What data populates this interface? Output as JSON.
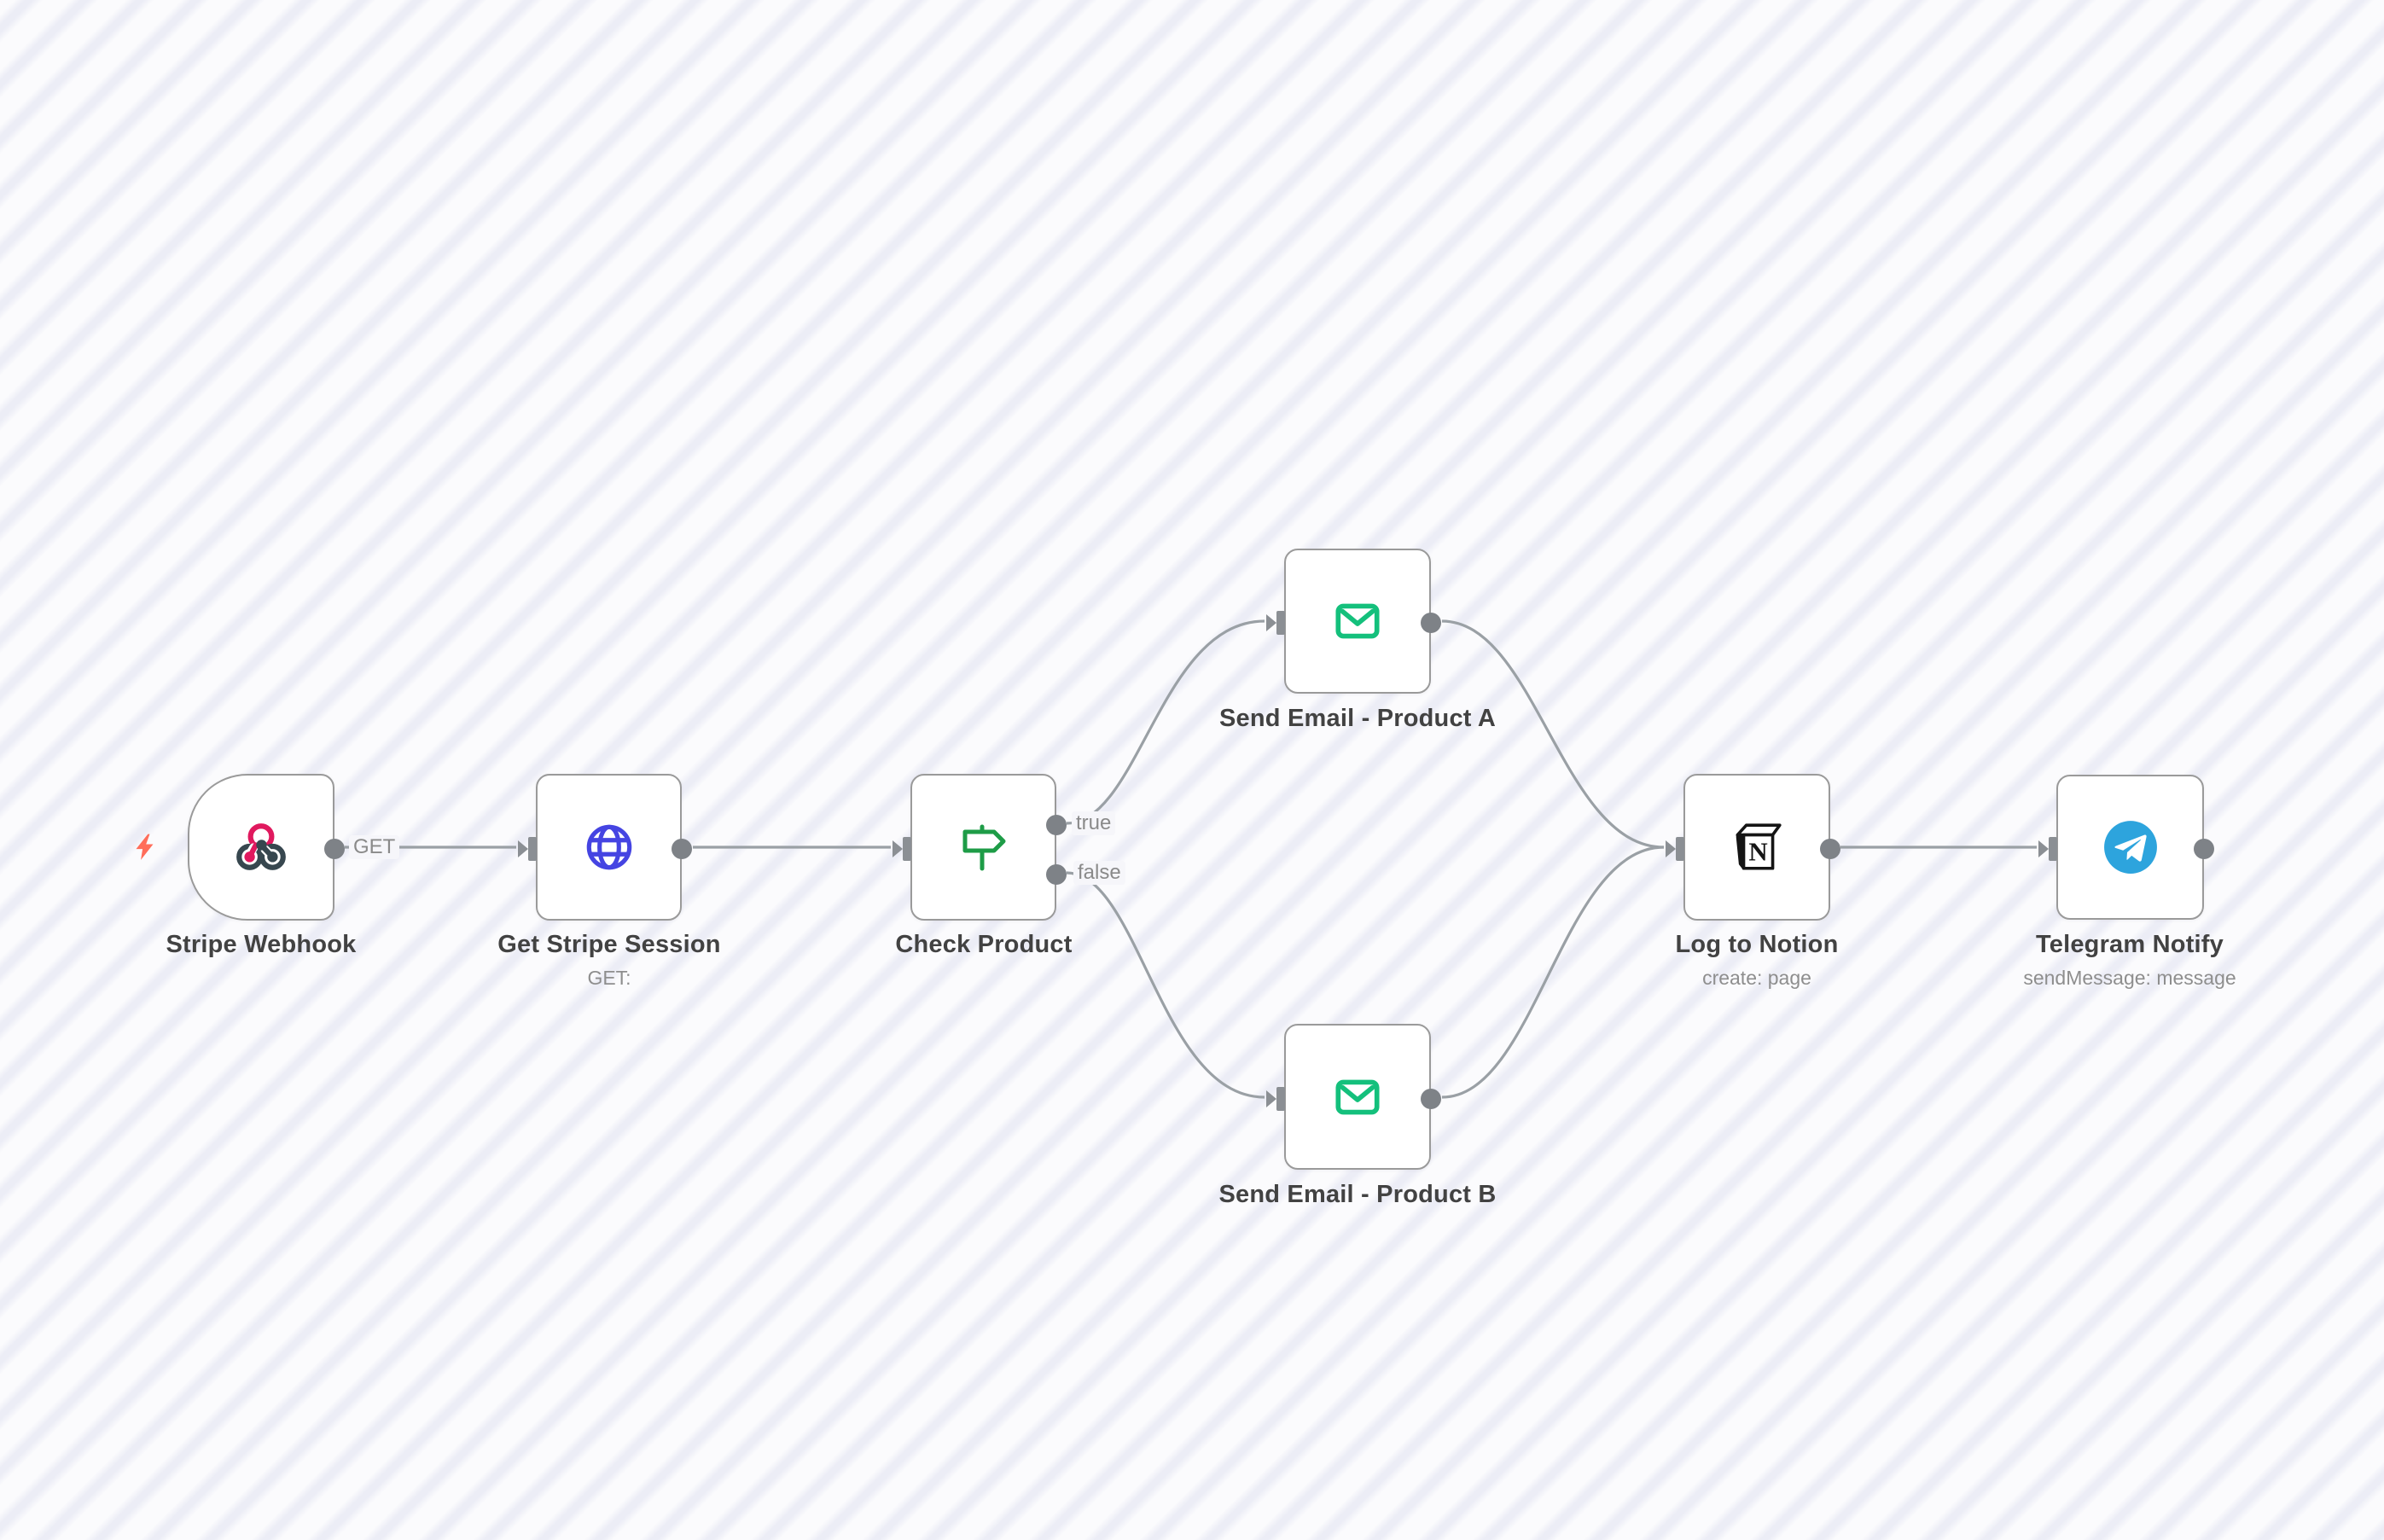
{
  "app": "workflow-canvas",
  "nodes": [
    {
      "name": "Stripe Webhook",
      "subtitle": "",
      "icon": "webhook-icon",
      "type": "trigger"
    },
    {
      "name": "Get Stripe Session",
      "subtitle": "GET:",
      "icon": "globe-icon",
      "type": "http-request"
    },
    {
      "name": "Check Product",
      "subtitle": "",
      "icon": "signpost-icon",
      "type": "if",
      "outputs": [
        "true",
        "false"
      ]
    },
    {
      "name": "Send Email - Product A",
      "subtitle": "",
      "icon": "email-icon",
      "type": "email"
    },
    {
      "name": "Send Email - Product B",
      "subtitle": "",
      "icon": "email-icon",
      "type": "email"
    },
    {
      "name": "Log to Notion",
      "subtitle": "create: page",
      "icon": "notion-icon",
      "type": "notion"
    },
    {
      "name": "Telegram Notify",
      "subtitle": "sendMessage: message",
      "icon": "telegram-icon",
      "type": "telegram"
    }
  ],
  "wire_labels": {
    "get": "GET",
    "true": "true",
    "false": "false"
  },
  "connections": [
    "Stripe Webhook -> Get Stripe Session",
    "Get Stripe Session -> Check Product",
    "Check Product (true) -> Send Email - Product A",
    "Check Product (false) -> Send Email - Product B",
    "Send Email - Product A -> Log to Notion",
    "Send Email - Product B -> Log to Notion",
    "Log to Notion -> Telegram Notify"
  ],
  "colors": {
    "canvas_light": "#fbfbfd",
    "canvas_stripe": "#ecedf6",
    "node_border": "#9a9a9a",
    "node_bg": "#ffffff",
    "wire": "#9aa0a5",
    "port": "#7e8287",
    "title_text": "#424242",
    "subtitle_text": "#8e8e8e",
    "webhook_pink": "#e0195e",
    "webhook_dark": "#37474f",
    "http_blue": "#4544e2",
    "if_green": "#1e9c47",
    "email_green": "#14c07c",
    "notion_black": "#141414",
    "telegram_blue": "#2da4dd",
    "bolt_orange": "#ff6d5a"
  }
}
